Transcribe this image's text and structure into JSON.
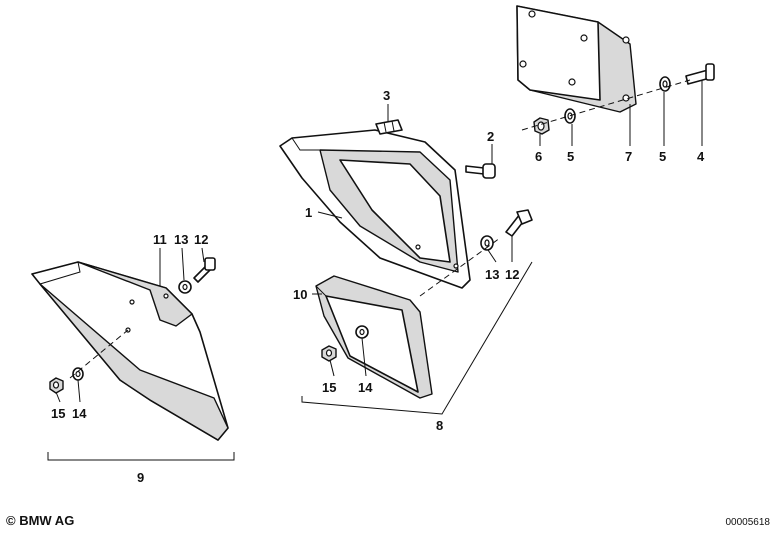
{
  "callouts": {
    "c1": "1",
    "c2": "2",
    "c3": "3",
    "c4": "4",
    "c5a": "5",
    "c5b": "5",
    "c6": "6",
    "c7": "7",
    "c8": "8",
    "c9": "9",
    "c10": "10",
    "c11": "11",
    "c12a": "12",
    "c12b": "12",
    "c13a": "13",
    "c13b": "13",
    "c14a": "14",
    "c14b": "14",
    "c15a": "15",
    "c15b": "15"
  },
  "footer": {
    "copyright": "© BMW AG",
    "doc_number": "00005618"
  }
}
